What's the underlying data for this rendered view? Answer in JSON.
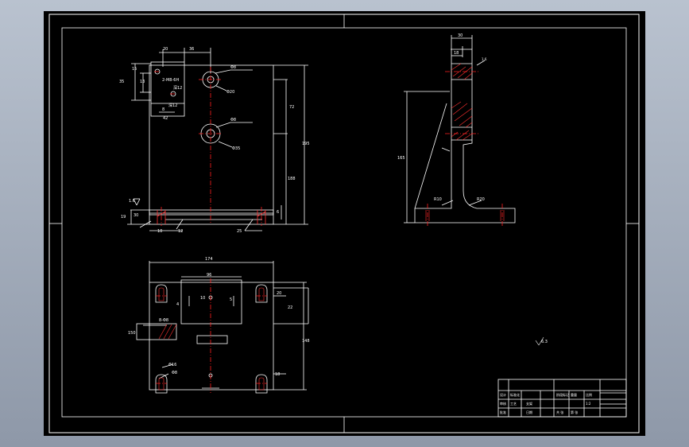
{
  "colors": {
    "background": "#000000",
    "line": "#ffffff",
    "center_line": "#ff2020",
    "hatch": "#ff3030",
    "frame_outside": "#9aa4b4"
  },
  "front_view": {
    "dims": {
      "d20": "20",
      "d36": "36",
      "d15": "15",
      "d13": "13",
      "d35": "35",
      "d42": "42",
      "d8": "8",
      "d25": "25",
      "d72": "72",
      "d195": "195",
      "d188": "188",
      "d19": "19",
      "d30": "30",
      "d10": "10",
      "d12": "12",
      "d6": "6",
      "d16": "1.6"
    },
    "notes": {
      "phi_top": "Φ8",
      "phi_mid": "Φ8",
      "phi20": "Φ20",
      "phi35": "Φ35",
      "m8": "2-M8-6H",
      "depth": "深12",
      "depth2": "深12"
    }
  },
  "side_view": {
    "dims": {
      "d30": "30",
      "d18": "18",
      "d165": "165"
    },
    "notes": {
      "r10": "R10",
      "r20": "R20",
      "ra": "1.6"
    }
  },
  "top_view": {
    "dims": {
      "d174": "174",
      "d96": "96",
      "d4": "4",
      "d5": "5",
      "d20": "20",
      "d22": "22",
      "d10": "10",
      "d148": "148",
      "d150": "150",
      "d18": "18"
    },
    "notes": {
      "phi8": "Φ8",
      "phi16": "Φ16",
      "hole": "8-Φ8"
    }
  },
  "free_note": "6.3",
  "title_block": {
    "r1c1": "设计",
    "r1c2": "标准化",
    "r1c3": "阶段标记",
    "r1c4": "重量",
    "r1c5": "比例",
    "r2c1": "审核",
    "r2c2": "工艺",
    "r2c3": "共 张",
    "r2c4": "第 张",
    "r2c5": "1:2",
    "name": "支架",
    "r3c1": "批准",
    "r3c2": "日期"
  }
}
